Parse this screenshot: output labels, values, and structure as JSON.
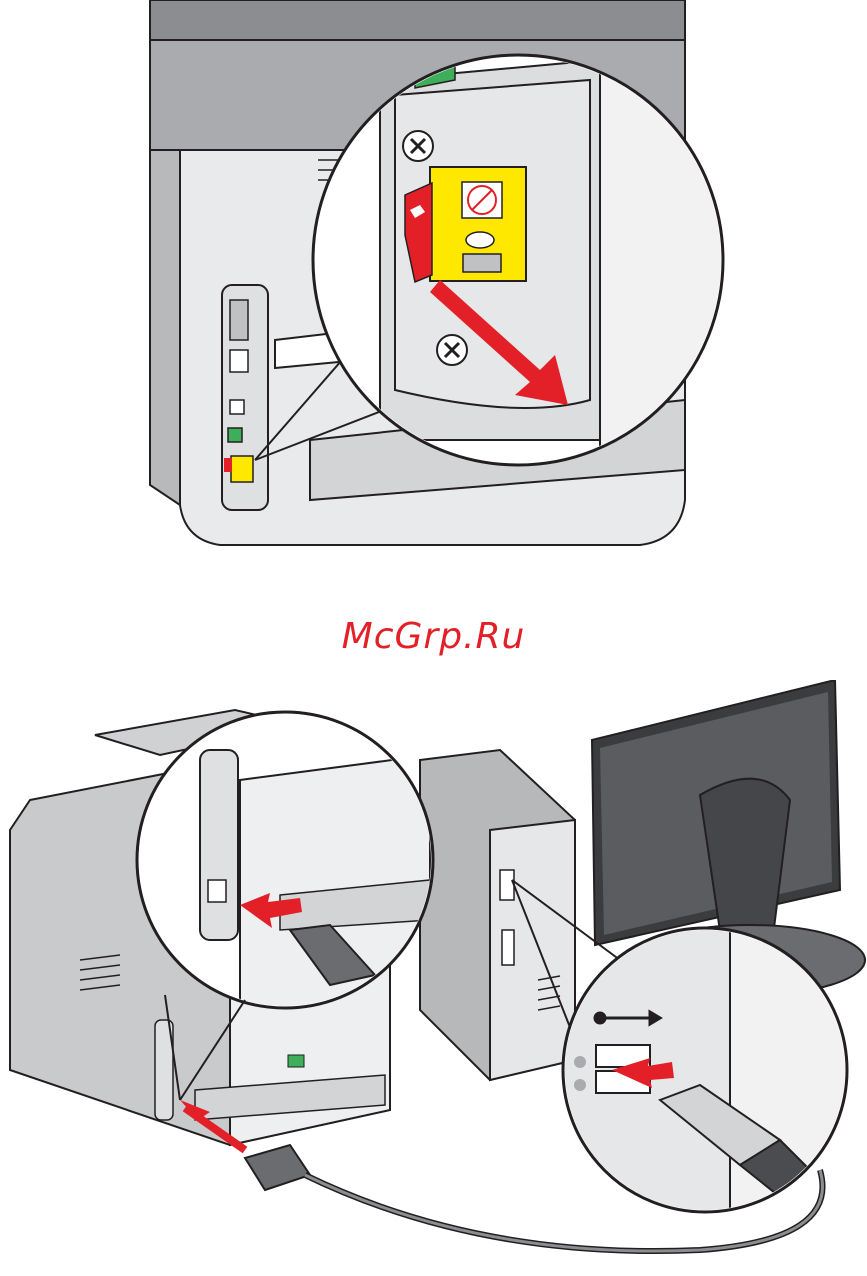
{
  "watermark": {
    "text": "McGrp.Ru"
  },
  "figures": [
    {
      "id": "remove-usb-cover-label",
      "icons": [
        "printer-rear-panel",
        "usb-warning-label",
        "screw-icon",
        "pull-arrow-icon"
      ]
    },
    {
      "id": "connect-usb-cable",
      "icons": [
        "printer-rear-panel",
        "computer-tower",
        "monitor",
        "usb-cable",
        "usb-symbol-icon",
        "insert-arrow-icon"
      ]
    }
  ],
  "colors": {
    "accent_red": "#e32028",
    "label_yellow": "#ffe800",
    "port_green": "#3fae5a",
    "line": "#231f20",
    "panel_gray": "#c9cacb"
  }
}
